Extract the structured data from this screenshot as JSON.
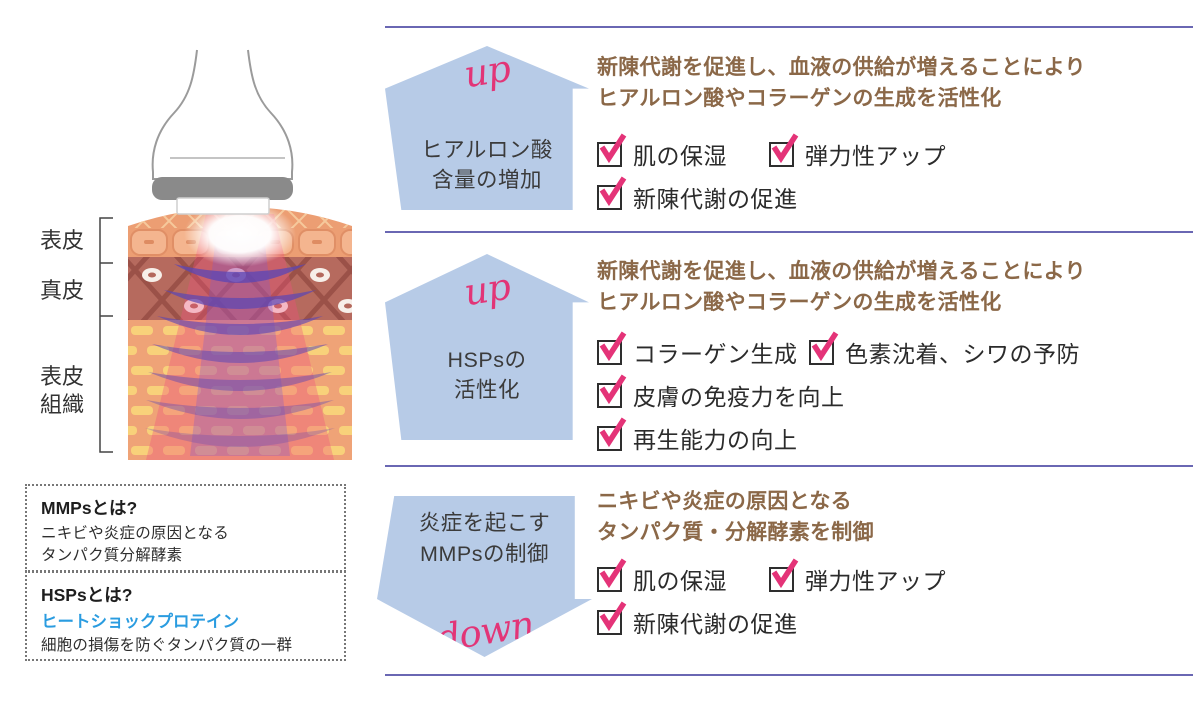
{
  "colors": {
    "arrow_blue": "#b7cbe7",
    "accent_pink": "#e23577",
    "brown": "#8b6848",
    "divider": "#6a67b3",
    "link_blue": "#2a9ce0"
  },
  "illustration": {
    "layer_label_1": "表皮",
    "layer_label_2": "真皮",
    "layer_label_3_line1": "表皮",
    "layer_label_3_line2": "組織"
  },
  "info_boxes": [
    {
      "title": "MMPsとは?",
      "lines": [
        "ニキビや炎症の原因となる",
        "タンパク質分解酵素"
      ]
    },
    {
      "title": "HSPsとは?",
      "highlight": "ヒートショックプロテイン",
      "line": "細胞の損傷を防ぐタンパク質の一群"
    }
  ],
  "sections": [
    {
      "arrow_word": "up",
      "arrow_label": [
        "ヒアルロン酸",
        "含量の増加"
      ],
      "desc": [
        "新陳代謝を促進し、血液の供給が増えることにより",
        "ヒアルロン酸やコラーゲンの生成を活性化"
      ],
      "checks": [
        [
          "肌の保湿",
          "弾力性アップ"
        ],
        [
          "新陳代謝の促進"
        ]
      ]
    },
    {
      "arrow_word": "up",
      "arrow_label": [
        "HSPsの",
        "活性化"
      ],
      "desc": [
        "新陳代謝を促進し、血液の供給が増えることにより",
        "ヒアルロン酸やコラーゲンの生成を活性化"
      ],
      "checks": [
        [
          "コラーゲン生成",
          "色素沈着、シワの予防"
        ],
        [
          "皮膚の免疫力を向上"
        ],
        [
          "再生能力の向上"
        ]
      ]
    },
    {
      "arrow_word": "down",
      "arrow_label": [
        "炎症を起こす",
        "MMPsの制御"
      ],
      "desc": [
        "ニキビや炎症の原因となる",
        "タンパク質・分解酵素を制御"
      ],
      "checks": [
        [
          "肌の保湿",
          "弾力性アップ"
        ],
        [
          "新陳代謝の促進"
        ]
      ]
    }
  ]
}
